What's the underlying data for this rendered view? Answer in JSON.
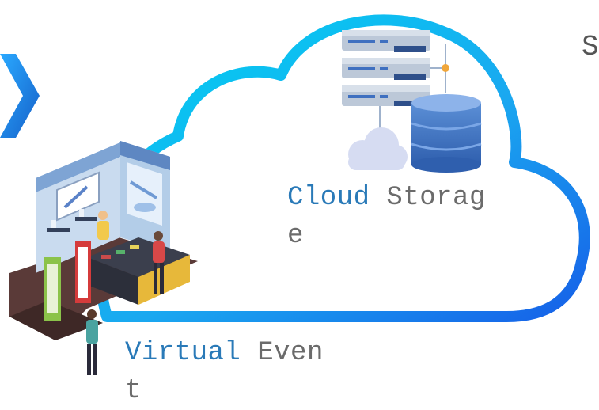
{
  "cloud_label": {
    "accent": "Cloud",
    "rest1": " Storag",
    "rest2": "e"
  },
  "event_label": {
    "accent": "Virtual",
    "rest1": " Even",
    "rest2": "t"
  },
  "edge_letter": "S",
  "colors": {
    "cloud_gradient_start": "#00c8ef",
    "cloud_gradient_end": "#1a6fe6",
    "accent_text": "#2a7ab8",
    "body_text": "#6b6b6b",
    "chevron": "#1e90ff"
  },
  "icons": [
    "chevron-right-icon",
    "server-rack-icon",
    "database-icon",
    "small-cloud-icon",
    "exhibition-booth-illustration"
  ]
}
